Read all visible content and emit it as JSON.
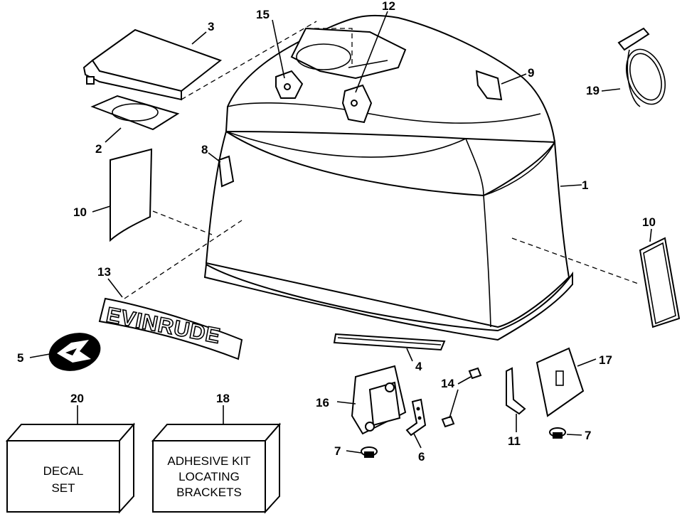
{
  "callouts": [
    {
      "n": "1"
    },
    {
      "n": "2"
    },
    {
      "n": "3"
    },
    {
      "n": "4"
    },
    {
      "n": "5"
    },
    {
      "n": "6"
    },
    {
      "n": "7"
    },
    {
      "n": "7"
    },
    {
      "n": "8"
    },
    {
      "n": "9"
    },
    {
      "n": "10"
    },
    {
      "n": "10"
    },
    {
      "n": "11"
    },
    {
      "n": "12"
    },
    {
      "n": "13"
    },
    {
      "n": "14"
    },
    {
      "n": "15"
    },
    {
      "n": "16"
    },
    {
      "n": "17"
    },
    {
      "n": "18"
    },
    {
      "n": "19"
    },
    {
      "n": "20"
    }
  ],
  "boxes": {
    "decal": {
      "line1": "DECAL",
      "line2": "SET"
    },
    "adhesive": {
      "line1": "ADHESIVE KIT",
      "line2": "LOCATING",
      "line3": "BRACKETS"
    }
  },
  "emblem_text": "EVINRUDE"
}
